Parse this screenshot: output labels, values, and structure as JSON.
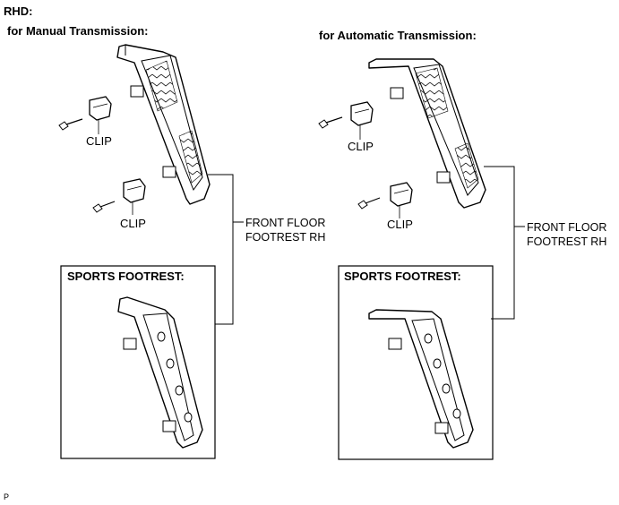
{
  "heading": "RHD:",
  "manual": {
    "title": "for Manual Transmission:",
    "clip_upper": "CLIP",
    "clip_lower": "CLIP",
    "callout_line1": "FRONT FLOOR",
    "callout_line2": "FOOTREST RH",
    "sports_title": "SPORTS FOOTREST:"
  },
  "automatic": {
    "title": "for Automatic Transmission:",
    "clip_upper": "CLIP",
    "clip_lower": "CLIP",
    "callout_line1": "FRONT FLOOR",
    "callout_line2": "FOOTREST RH",
    "sports_title": "SPORTS FOOTREST:"
  },
  "footer_code": "P"
}
